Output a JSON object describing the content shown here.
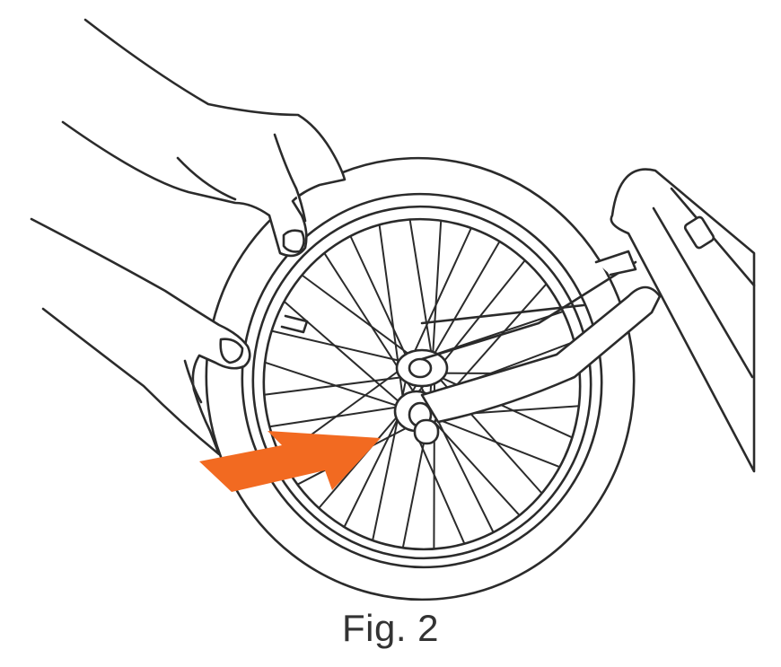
{
  "figure": {
    "caption": "Fig. 2",
    "colors": {
      "line": "#2b2b2b",
      "arrow": "#f26a21",
      "background": "#ffffff",
      "caption": "#333333"
    },
    "icons": [
      "wheel-illustration",
      "hand-illustration",
      "arrow-icon"
    ]
  }
}
